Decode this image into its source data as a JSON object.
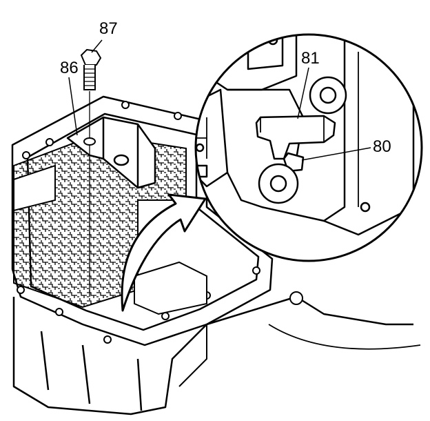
{
  "callouts": {
    "bolt": "87",
    "bracket": "86",
    "lever": "81",
    "pin": "80"
  },
  "colors": {
    "line": "#000000",
    "background": "#ffffff"
  }
}
